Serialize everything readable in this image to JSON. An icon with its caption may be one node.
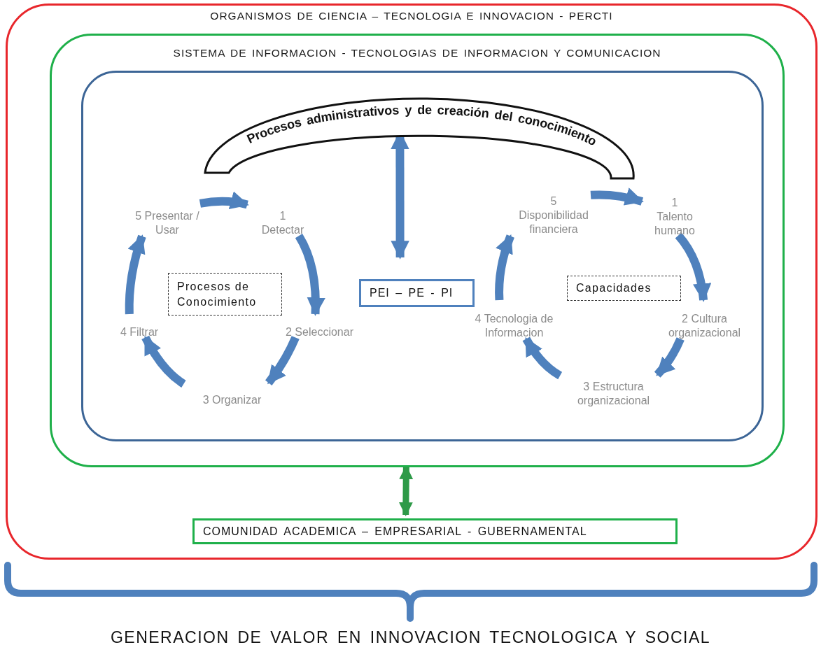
{
  "diagram": {
    "nodes": [
      {
        "text": [
          "ORGANISMOS DE CIENCIA – TECNOLOGIA E INNOVACION - PERCTI"
        ]
      },
      {
        "text": [
          "SISTEMA DE INFORMACION - TECNOLOGIAS DE INFORMACION Y COMUNICACION"
        ],
        "in": 0
      },
      {
        "text": [],
        "shape": "box",
        "in": 1
      },
      {
        "text": [
          "Procesos administrativos y de creación del conocimiento"
        ],
        "in": 2
      },
      {
        "text": [
          "5 Presentar / Usar"
        ],
        "in": 2
      },
      {
        "text": [
          "1 Detectar"
        ],
        "in": 2
      },
      {
        "text": [
          "2 Seleccionar"
        ],
        "in": 2
      },
      {
        "text": [
          "3 Organizar"
        ],
        "in": 2
      },
      {
        "text": [
          "4 Filtrar"
        ],
        "in": 2
      },
      {
        "text": [
          "Procesos de Conocimiento"
        ],
        "in": 2
      },
      {
        "text": [
          "PEI – PE - PI"
        ],
        "in": 2
      },
      {
        "text": [
          "5 Disponibilidad financiera"
        ],
        "in": 2
      },
      {
        "text": [
          "1 Talento humano"
        ],
        "in": 2
      },
      {
        "text": [
          "2 Cultura organizacional"
        ],
        "in": 2
      },
      {
        "text": [
          "3 Estructura organizacional"
        ],
        "in": 2
      },
      {
        "text": [
          "4 Tecnologia de Informacion"
        ],
        "in": 2
      },
      {
        "text": [
          "Capacidades"
        ],
        "in": 2
      },
      {
        "text": [
          "COMUNIDAD ACADEMICA – EMPRESARIAL - GUBERNAMENTAL"
        ],
        "in": 0
      }
    ],
    "edges": [
      {
        "from": 4,
        "to": 5,
        "arrow": "to"
      },
      {
        "from": 5,
        "to": 6,
        "arrow": "to"
      },
      {
        "from": 6,
        "to": 7,
        "arrow": "to"
      },
      {
        "from": 7,
        "to": 8,
        "arrow": "to"
      },
      {
        "from": 8,
        "to": 4,
        "arrow": "to"
      },
      {
        "from": 11,
        "to": 12,
        "arrow": "to"
      },
      {
        "from": 12,
        "to": 13,
        "arrow": "to"
      },
      {
        "from": 13,
        "to": 14,
        "arrow": "to"
      },
      {
        "from": 14,
        "to": 15,
        "arrow": "to"
      },
      {
        "from": 15,
        "to": 11,
        "arrow": "to"
      },
      {
        "from": 3,
        "to": 10,
        "arrow": "both"
      },
      {
        "from": 1,
        "to": 17,
        "arrow": "both",
        "color": "#2e9a48"
      }
    ],
    "labels": [
      "GENERACION DE VALOR EN INNOVACION TECNOLOGICA Y SOCIAL"
    ]
  }
}
